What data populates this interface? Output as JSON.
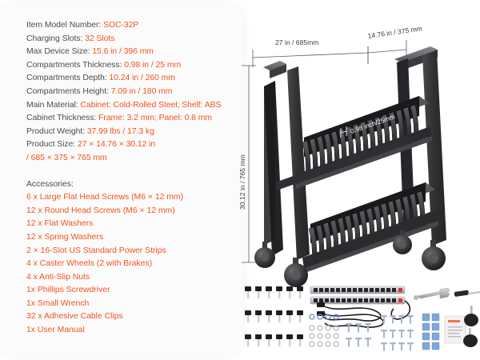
{
  "panel": {
    "specs": [
      {
        "label": "Item Model Number: ",
        "value": "SOC-32P"
      },
      {
        "label": "Charging Slots: ",
        "value": "32 Slots"
      },
      {
        "label": "Max Device Size: ",
        "value": "15.6 in / 396 mm"
      },
      {
        "label": "Compartments Thickness: ",
        "value": " 0.98 in / 25 mm"
      },
      {
        "label": "Compartments Depth: ",
        "value": "10.24 in / 260 mm"
      },
      {
        "label": "Compartments Height: ",
        "value": "7.09 in / 180 mm"
      },
      {
        "label": "Main Material: ",
        "value": "Cabinet: Cold-Rolled Steel; Shelf: ABS"
      },
      {
        "label": "Cabinet Thickness: ",
        "value": "Frame: 3.2 mm; Panel: 0.8 mm"
      },
      {
        "label": "Product Weight: ",
        "value": "37.99 lbs / 17.3 kg"
      },
      {
        "label": "Product Size: ",
        "value": "27 × 14.76 × 30.12 in"
      }
    ],
    "size_continuation": "/ 685 × 375 × 765 mm",
    "accessories_heading": "Accessories:",
    "accessories": [
      "6 x Large Flat Head Screws (M6 × 12 mm)",
      "12 x Round Head Screws (M6 × 12 mm)",
      "12 x Flat Washers",
      "12 x Spring Washers",
      "2 × 16-Slot US Standard Power Strips",
      "4 x Caster Wheels (2 with Brakes)",
      "4 x Anti-Slip Nuts",
      "1x Phillips Screwdriver",
      "1x Small Wrench",
      "32 x Adhesive Cable Clips",
      "1x User Manual"
    ]
  },
  "diagram": {
    "dim_width": "27 in / 685mm",
    "dim_depth": "14.76 in / 375 mm",
    "dim_height": "30.12 in / 765 mm",
    "slot_callout": "0.98 inch/25mm"
  },
  "colors": {
    "accent": "#f4511e",
    "label": "#4d4d4d",
    "panel_bg": "#fbfbfb",
    "cart_dark": "#2e2e30",
    "cart_mid": "#3c3c3e",
    "cart_light": "#6d6d70"
  }
}
